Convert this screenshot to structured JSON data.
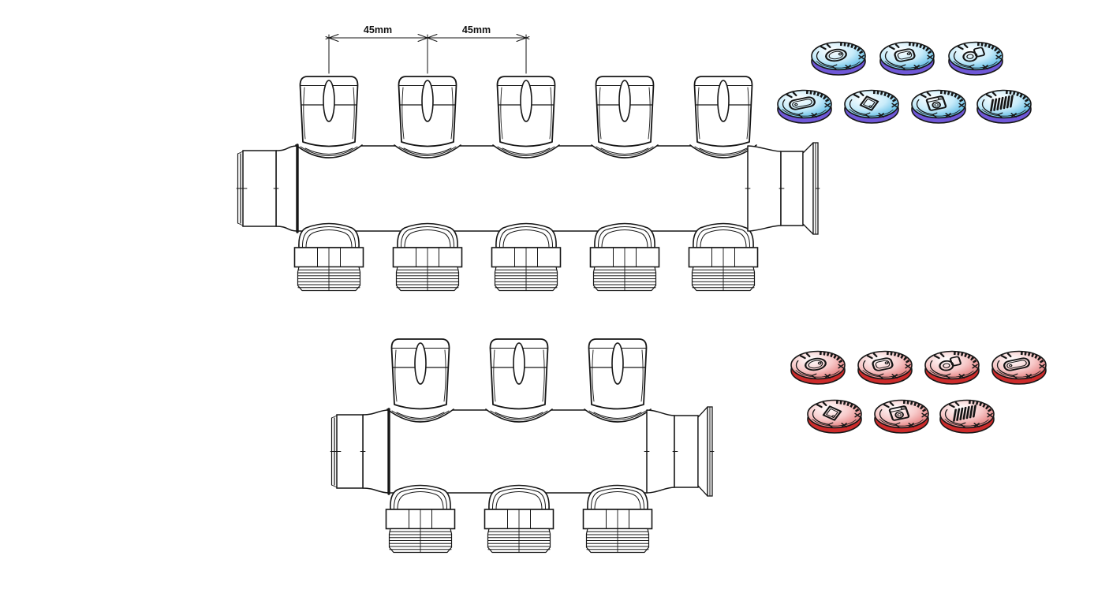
{
  "page": {
    "background_color": "#ffffff",
    "description": "Technical line drawing of two valved plumbing manifolds with color-coded appliance identification caps"
  },
  "annotation": {
    "dim_labels": [
      "45mm",
      "45mm"
    ]
  },
  "manifolds": [
    {
      "id": "manifold-top",
      "name": "5-port manifold with valve knobs and threaded outlets",
      "ports": 5,
      "port_spacing": "45mm"
    },
    {
      "id": "manifold-bottom",
      "name": "3-port manifold with valve knobs and threaded outlets",
      "ports": 3
    }
  ],
  "cap_sets": [
    {
      "id": "cap-set-cold",
      "color_name": "blue",
      "face_edge_color": "#45b0e0",
      "face_mid_color": "#c9ecfa",
      "face_center_color": "#ffffff",
      "base_color": "#6f58d8",
      "rows": [
        [
          "sink",
          "bidet",
          "toilet"
        ],
        [
          "bathtub",
          "shower",
          "washing-machine",
          "radiator"
        ]
      ]
    },
    {
      "id": "cap-set-hot",
      "color_name": "red",
      "face_edge_color": "#e06a6a",
      "face_mid_color": "#f7caca",
      "face_center_color": "#ffffff",
      "base_color": "#cd2b2b",
      "rows": [
        [
          "sink",
          "bidet",
          "toilet",
          "bathtub"
        ],
        [
          "shower",
          "washing-machine",
          "radiator"
        ]
      ]
    }
  ],
  "line_color": "#161616"
}
